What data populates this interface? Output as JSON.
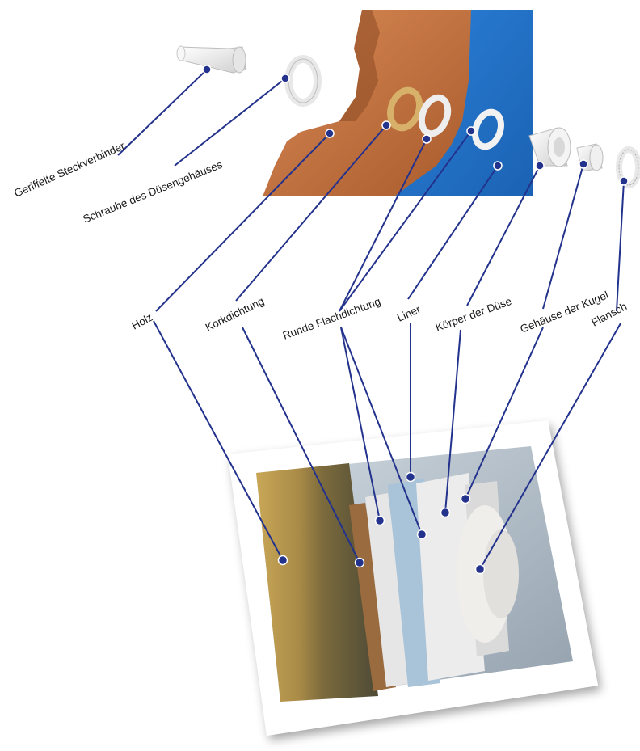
{
  "labels": {
    "steckverbinder": "Geriffelte Steckverbinder",
    "schraube": "Schraube des Düsengehäuses",
    "holz": "Holz",
    "kork": "Korkdichtung",
    "flachdichtung": "Runde Flachdichtung",
    "liner": "Liner",
    "koerper": "Körper der Düse",
    "kugel": "Gehäuse der Kugel",
    "flansch": "Flansch"
  },
  "colors": {
    "leader": "#23328c",
    "wood": "#c0703f",
    "liner": "#1d6fc4",
    "part": "#f2f2f2"
  }
}
